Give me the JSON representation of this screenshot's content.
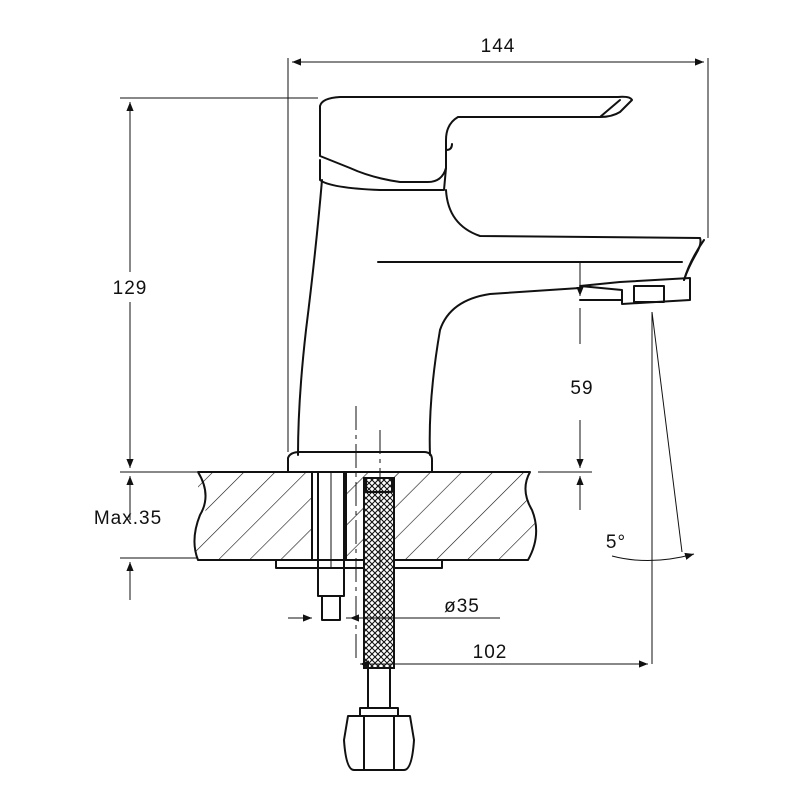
{
  "dimensions": {
    "width_total": "144",
    "height_total": "129",
    "spout_height": "59",
    "max_thickness": "Max.35",
    "angle": "5°",
    "hole_diameter": "ø35",
    "reach": "102"
  }
}
